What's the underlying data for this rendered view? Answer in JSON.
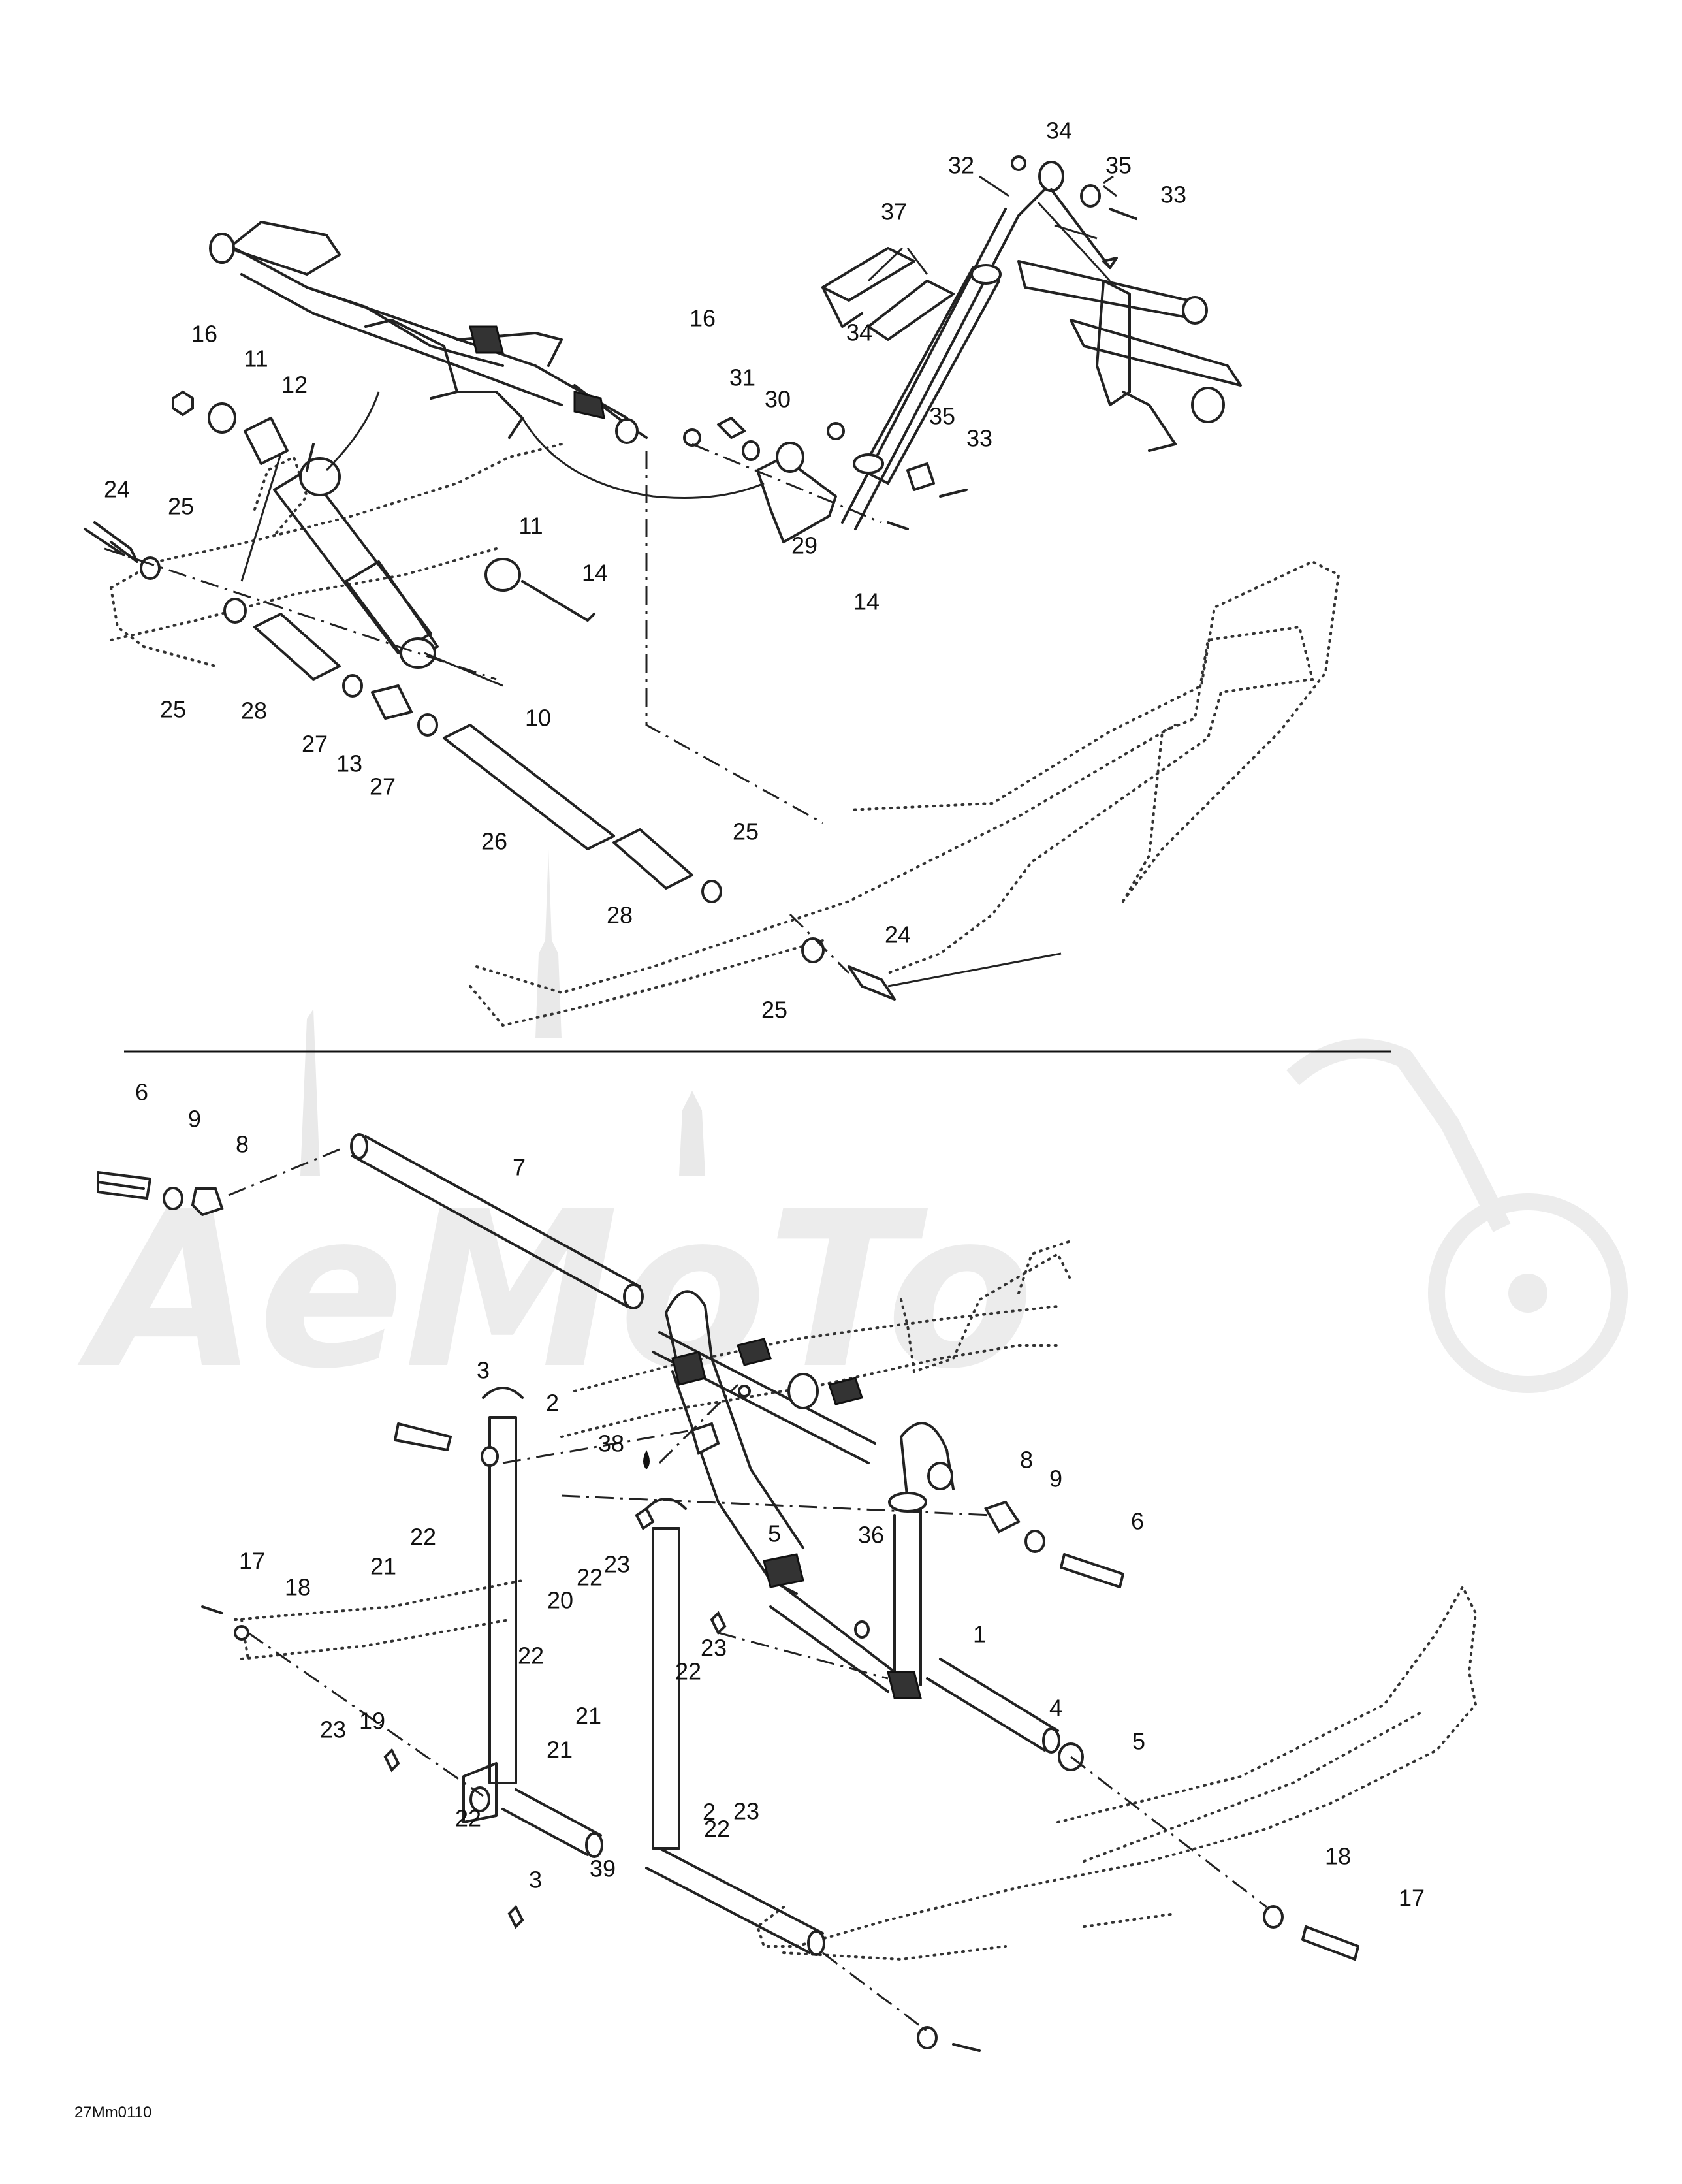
{
  "diagram": {
    "drawing_code": "27Mm0110",
    "watermark_text": "AeMoTo",
    "top_labels": [
      "34",
      "32",
      "35",
      "33",
      "37",
      "16",
      "11",
      "12",
      "16",
      "31",
      "30",
      "34",
      "35",
      "33",
      "24",
      "25",
      "29",
      "11",
      "14",
      "14",
      "25",
      "28",
      "10",
      "27",
      "13",
      "27",
      "26",
      "25",
      "28",
      "24",
      "25"
    ],
    "bottom_labels": [
      "6",
      "9",
      "8",
      "7",
      "3",
      "2",
      "38",
      "36",
      "8",
      "9",
      "6",
      "17",
      "18",
      "22",
      "21",
      "22",
      "23",
      "5",
      "20",
      "23",
      "1",
      "22",
      "21",
      "22",
      "4",
      "5",
      "23",
      "19",
      "22",
      "21",
      "23",
      "22",
      "2",
      "3",
      "39",
      "18",
      "17"
    ]
  }
}
